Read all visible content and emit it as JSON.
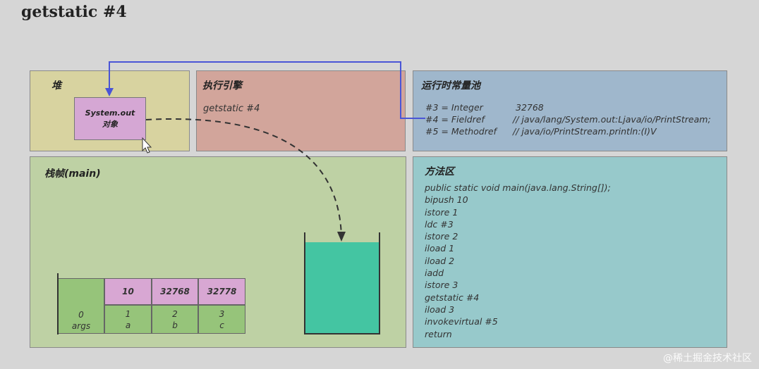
{
  "title": "getstatic #4",
  "heap": {
    "label": "堆",
    "object_line1": "System.out",
    "object_line2": "对象"
  },
  "engine": {
    "label": "执行引擎",
    "instruction": "getstatic #4"
  },
  "constant_pool": {
    "label": "运行时常量池",
    "entries": [
      {
        "ref": "#3 = Integer",
        "value": "32768"
      },
      {
        "ref": "#4 = Fieldref",
        "value": "// java/lang/System.out:Ljava/io/PrintStream;"
      },
      {
        "ref": "#5 = Methodref",
        "value": "// java/io/PrintStream.println:(I)V"
      }
    ]
  },
  "stack_frame": {
    "label": "栈帧(main)",
    "locals": [
      {
        "value": "",
        "index": "0",
        "name": "args"
      },
      {
        "value": "10",
        "index": "1",
        "name": "a"
      },
      {
        "value": "32768",
        "index": "2",
        "name": "b"
      },
      {
        "value": "32778",
        "index": "3",
        "name": "c"
      }
    ]
  },
  "method_area": {
    "label": "方法区",
    "lines": [
      "public static void main(java.lang.String[]);",
      "bipush 10",
      "istore 1",
      "ldc #3",
      "istore 2",
      "iload 1",
      "iload 2",
      "iadd",
      "istore 3",
      "getstatic #4",
      "iload 3",
      "invokevirtual #5",
      "return"
    ]
  },
  "colors": {
    "reference_arrow": "#4a55d6",
    "operand_fill": "#44c5a2"
  },
  "watermark": "@稀土掘金技术社区"
}
